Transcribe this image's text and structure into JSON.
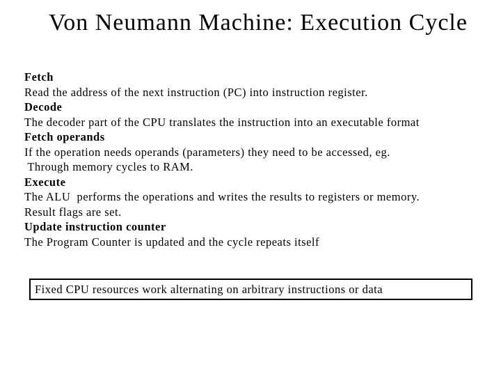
{
  "slide": {
    "title": "Von Neumann Machine: Execution Cycle",
    "body_lines": [
      {
        "text": "Fetch",
        "bold": true
      },
      {
        "text": "Read the address of the next instruction (PC) into instruction register.",
        "bold": false
      },
      {
        "text": "Decode",
        "bold": true
      },
      {
        "text": "The decoder part of the CPU translates the instruction into an executable format",
        "bold": false
      },
      {
        "text": "Fetch operands",
        "bold": true
      },
      {
        "text": "If the operation needs operands (parameters) they need to be accessed, eg.",
        "bold": false
      },
      {
        "text": " Through memory cycles to RAM.",
        "bold": false
      },
      {
        "text": "Execute",
        "bold": true
      },
      {
        "text": "The ALU  performs the operations and writes the results to registers or memory.",
        "bold": false
      },
      {
        "text": "Result flags are set.",
        "bold": false
      },
      {
        "text": "Update instruction counter",
        "bold": true
      },
      {
        "text": "The Program Counter is updated and the cycle repeats itself",
        "bold": false
      }
    ],
    "callout": "Fixed CPU resources work alternating on arbitrary instructions or data",
    "colors": {
      "background": "#ffffff",
      "text": "#000000",
      "box_border": "#000000"
    }
  }
}
